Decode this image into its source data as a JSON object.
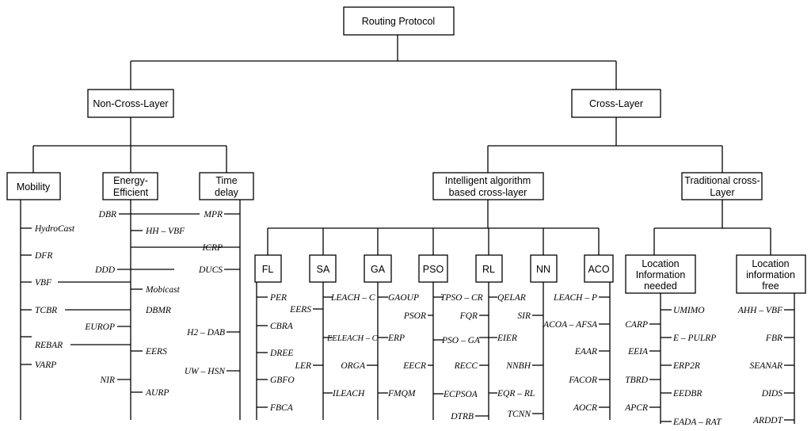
{
  "root": {
    "label": "Routing Protocol"
  },
  "l1": {
    "left": "Non-Cross-Layer",
    "right": "Cross-Layer"
  },
  "ncl": {
    "mobility": "Mobility",
    "energy": [
      "Energy-",
      "Efficient"
    ],
    "time": [
      "Time",
      "delay"
    ]
  },
  "cl": {
    "intelligent": [
      "Intelligent algorithm",
      "based cross-layer"
    ],
    "traditional": [
      "Traditional cross-",
      "Layer"
    ]
  },
  "intel_groups": [
    "FL",
    "SA",
    "GA",
    "PSO",
    "RL",
    "NN",
    "ACO"
  ],
  "trad_groups": {
    "needed": [
      "Location",
      "Information",
      "needed"
    ],
    "free": [
      "Location",
      "information",
      "free"
    ]
  },
  "protocols": {
    "mobility": [
      "HydroCast",
      "DFR",
      "VBF",
      "TCBR",
      "REBAR",
      "VARP"
    ],
    "energy": [
      "DBR",
      "HH – VBF",
      "DDD",
      "Mobicast",
      "DBMR",
      "EUROP",
      "EERS",
      "NIR",
      "AURP"
    ],
    "time": [
      "MPR",
      "ICRP",
      "DUCS",
      "H2 – DAB",
      "UW – HSN"
    ],
    "fl": [
      "PER",
      "CBRA",
      "DREE",
      "GBFO",
      "FBCA"
    ],
    "sa": [
      "LEACH – C",
      "EERS",
      "EELEACH – C",
      "LER",
      "ILEACH"
    ],
    "ga": [
      "GAOUP",
      "ERP",
      "ORGA",
      "FMQM"
    ],
    "pso": [
      "TPSO – CR",
      "PSOR",
      "PSO – GA",
      "EECR",
      "ECPSOA"
    ],
    "rl": [
      "QELAR",
      "FQR",
      "EIER",
      "RECC",
      "EQR – RL",
      "DTRB"
    ],
    "nn": [
      "SIR",
      "NNBH",
      "TCNN"
    ],
    "aco": [
      "LEACH – P",
      "ACOA – AFSA",
      "EAAR",
      "FACOR",
      "AOCR"
    ],
    "loc_needed": [
      "UMIMO",
      "CARP",
      "E – PULRP",
      "EEIA",
      "ERP2R",
      "TBRD",
      "EEDBR",
      "APCR",
      "EADA – RAT"
    ],
    "loc_free": [
      "AHH – VBF",
      "FBR",
      "SEANAR",
      "DIDS",
      "ARDDT"
    ]
  }
}
